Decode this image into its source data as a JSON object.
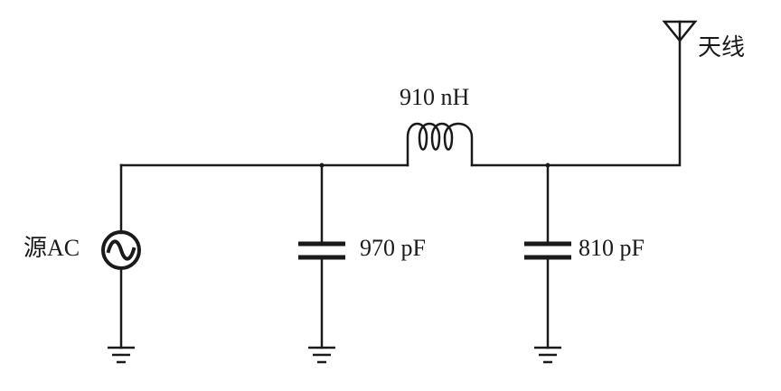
{
  "labels": {
    "inductor": "910 nH",
    "antenna": "天线",
    "source": "源AC",
    "capacitor_1": "970 pF",
    "capacitor_2": "810 pF"
  },
  "colors": {
    "line": "#1a1a1a",
    "background": "#ffffff"
  }
}
